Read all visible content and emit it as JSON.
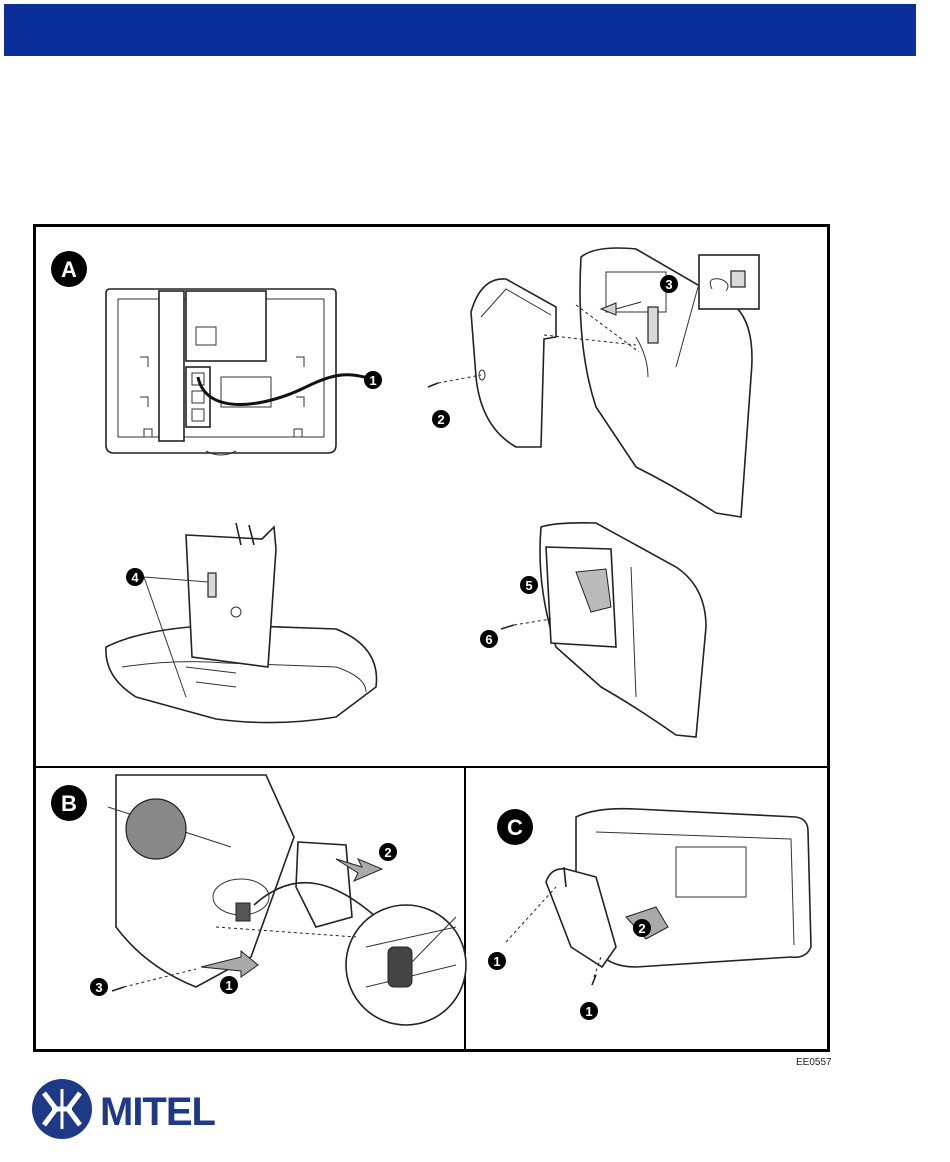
{
  "header": {
    "bar_color": "#0b2f9a"
  },
  "figure": {
    "code": "EE0557",
    "panels": [
      {
        "letter": "A",
        "callouts": [
          "1",
          "2",
          "3",
          "4",
          "5",
          "6"
        ]
      },
      {
        "letter": "B",
        "callouts": [
          "1",
          "2",
          "3"
        ]
      },
      {
        "letter": "C",
        "callouts": [
          "1",
          "2",
          "1"
        ]
      }
    ]
  },
  "brand": {
    "name": "MITEL",
    "color": "#1e3a86"
  }
}
